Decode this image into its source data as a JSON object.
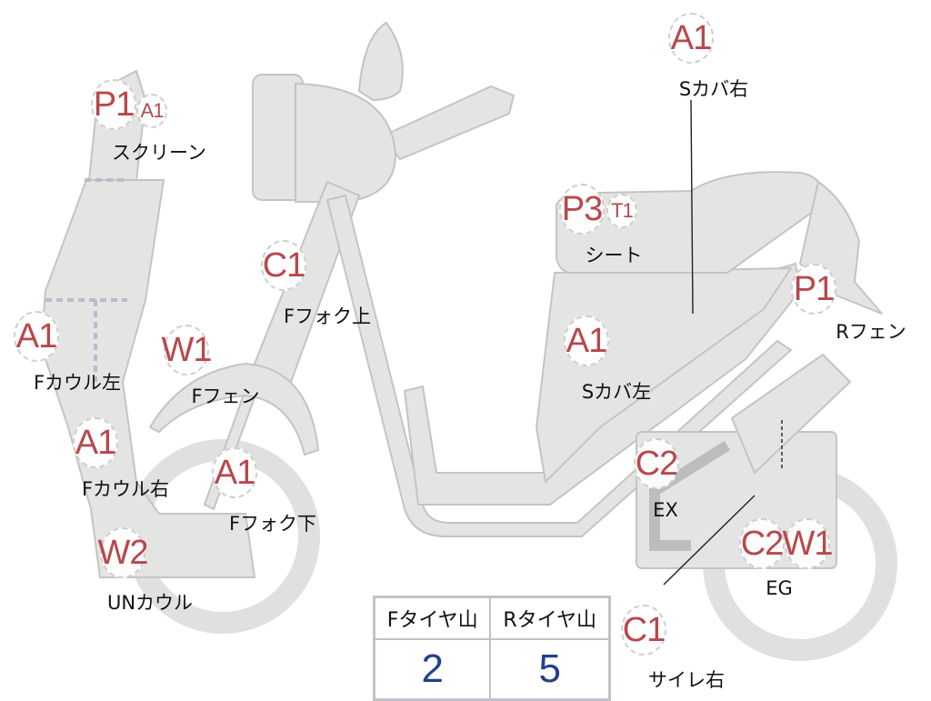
{
  "colors": {
    "part_fill": "#e4e4e2",
    "part_stroke": "#c4c4c2",
    "code": "#b8484c",
    "value": "#23418a"
  },
  "parts": [
    {
      "name": "screen",
      "codes": [
        "P1",
        "A1"
      ],
      "label": "スクリーン"
    },
    {
      "name": "f-cowl-left",
      "codes": [
        "A1"
      ],
      "label": "Fカウル左"
    },
    {
      "name": "f-fender",
      "codes": [
        "W1"
      ],
      "label": "Fフェン"
    },
    {
      "name": "f-fork-upper",
      "codes": [
        "C1"
      ],
      "label": "Fフォク上"
    },
    {
      "name": "f-cowl-right",
      "codes": [
        "A1"
      ],
      "label": "Fカウル右"
    },
    {
      "name": "f-fork-lower",
      "codes": [
        "A1"
      ],
      "label": "Fフォク下"
    },
    {
      "name": "under-cowl",
      "codes": [
        "W2"
      ],
      "label": "UNカウル"
    },
    {
      "name": "side-cover-right",
      "codes": [
        "A1"
      ],
      "label": "Sカバ右"
    },
    {
      "name": "seat",
      "codes": [
        "P3",
        "T1"
      ],
      "label": "シート"
    },
    {
      "name": "side-cover-left",
      "codes": [
        "A1"
      ],
      "label": "Sカバ左"
    },
    {
      "name": "r-fender",
      "codes": [
        "P1"
      ],
      "label": "Rフェン"
    },
    {
      "name": "exhaust",
      "codes": [
        "C2"
      ],
      "label": "EX"
    },
    {
      "name": "engine",
      "codes": [
        "C2",
        "W1"
      ],
      "label": "EG"
    },
    {
      "name": "silencer-right",
      "codes": [
        "C1"
      ],
      "label": "サイレ右"
    }
  ],
  "tire_table": {
    "headers": [
      "Fタイヤ山",
      "Rタイヤ山"
    ],
    "values": [
      "2",
      "5"
    ]
  }
}
